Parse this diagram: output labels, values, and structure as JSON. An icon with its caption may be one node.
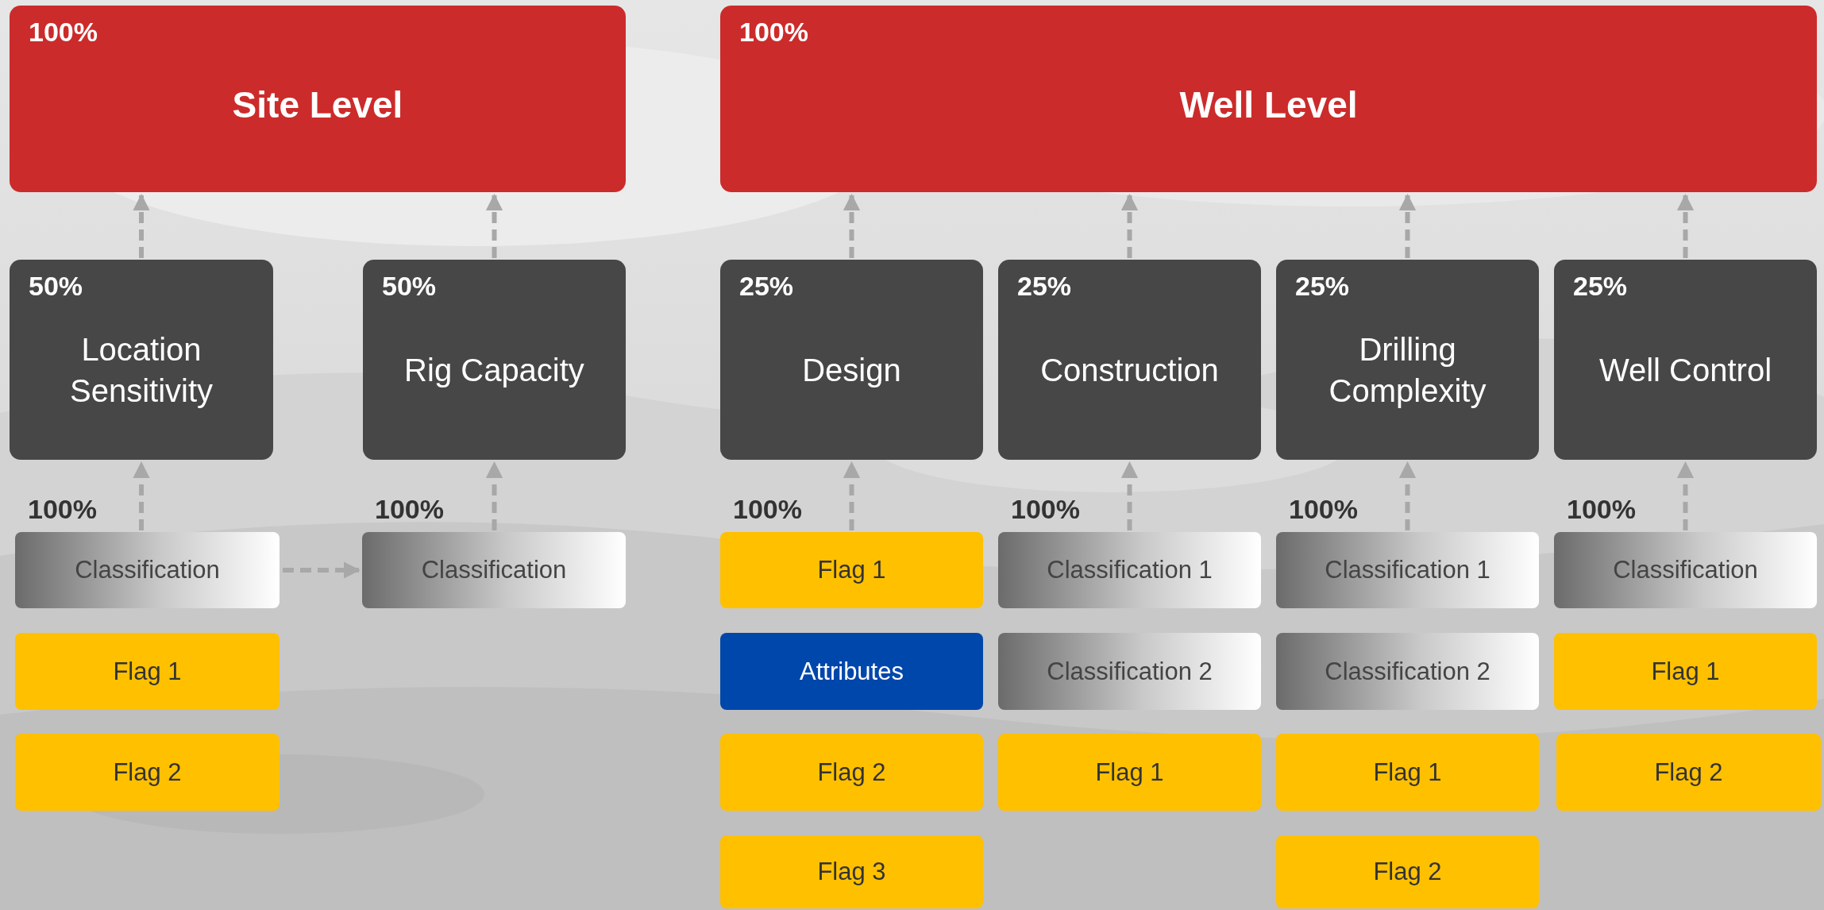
{
  "diagram": {
    "nodes": [
      {
        "text": [
          "100%",
          "Site Level"
        ]
      },
      {
        "text": [
          "100%",
          "Well Level"
        ]
      },
      {
        "text": [
          "50%",
          "Location Sensitivity"
        ]
      },
      {
        "text": [
          "50%",
          "Rig Capacity"
        ]
      },
      {
        "text": [
          "25%",
          "Design"
        ]
      },
      {
        "text": [
          "25%",
          "Construction"
        ]
      },
      {
        "text": [
          "25%",
          "Drilling Complexity"
        ]
      },
      {
        "text": [
          "25%",
          "Well Control"
        ]
      },
      {
        "text": [
          "Classification"
        ],
        "beside": [
          "100%"
        ]
      },
      {
        "text": [
          "Classification"
        ],
        "beside": [
          "100%"
        ]
      },
      {
        "text": [
          "Flag 1"
        ],
        "beside": [
          "100%"
        ]
      },
      {
        "text": [
          "Classification 1"
        ],
        "beside": [
          "100%"
        ]
      },
      {
        "text": [
          "Classification 1"
        ],
        "beside": [
          "100%"
        ]
      },
      {
        "text": [
          "Classification"
        ],
        "beside": [
          "100%"
        ]
      },
      {
        "text": [
          "Flag 1"
        ]
      },
      {
        "text": [
          "Attributes"
        ]
      },
      {
        "text": [
          "Classification 2"
        ]
      },
      {
        "text": [
          "Classification 2"
        ]
      },
      {
        "text": [
          "Flag 1"
        ]
      },
      {
        "text": [
          "Flag 2"
        ]
      },
      {
        "text": [
          "Flag 2"
        ]
      },
      {
        "text": [
          "Flag 1"
        ]
      },
      {
        "text": [
          "Flag 1"
        ]
      },
      {
        "text": [
          "Flag 2"
        ]
      },
      {
        "text": [
          "Flag 3"
        ]
      },
      {
        "text": [
          "Flag 2"
        ]
      }
    ],
    "edges": [
      {
        "from": 2,
        "to": 0,
        "arrow": "to",
        "style": "dashed"
      },
      {
        "from": 3,
        "to": 0,
        "arrow": "to",
        "style": "dashed"
      },
      {
        "from": 4,
        "to": 1,
        "arrow": "to",
        "style": "dashed"
      },
      {
        "from": 5,
        "to": 1,
        "arrow": "to",
        "style": "dashed"
      },
      {
        "from": 6,
        "to": 1,
        "arrow": "to",
        "style": "dashed"
      },
      {
        "from": 7,
        "to": 1,
        "arrow": "to",
        "style": "dashed"
      },
      {
        "from": 8,
        "to": 2,
        "arrow": "to",
        "style": "dashed"
      },
      {
        "from": 9,
        "to": 3,
        "arrow": "to",
        "style": "dashed"
      },
      {
        "from": 10,
        "to": 4,
        "arrow": "to",
        "style": "dashed"
      },
      {
        "from": 11,
        "to": 5,
        "arrow": "to",
        "style": "dashed"
      },
      {
        "from": 12,
        "to": 6,
        "arrow": "to",
        "style": "dashed"
      },
      {
        "from": 13,
        "to": 7,
        "arrow": "to",
        "style": "dashed"
      },
      {
        "from": 8,
        "to": 9,
        "arrow": "to",
        "style": "dashed"
      }
    ]
  }
}
